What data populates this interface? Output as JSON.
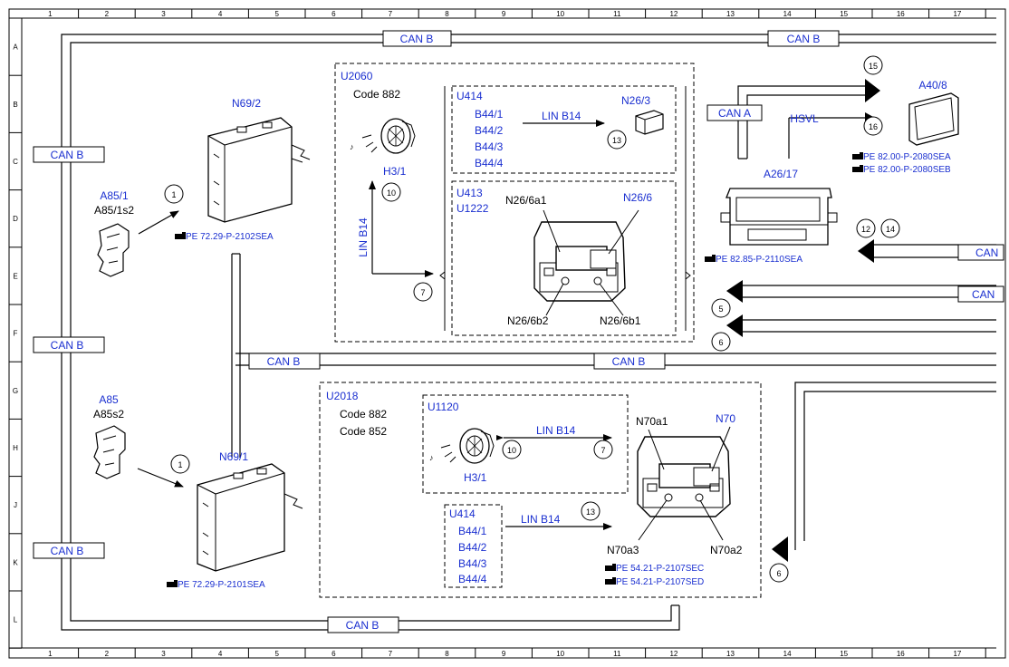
{
  "border": {
    "cols": [
      "1",
      "2",
      "3",
      "4",
      "5",
      "6",
      "7",
      "8",
      "9",
      "10",
      "11",
      "12",
      "13",
      "14",
      "15",
      "16",
      "17"
    ],
    "rows": [
      "A",
      "B",
      "C",
      "D",
      "E",
      "F",
      "G",
      "H",
      "J",
      "K",
      "L"
    ]
  },
  "buses": {
    "can_b": "CAN B",
    "can_a": "CAN A",
    "can_partial": "CAN",
    "lin_b14": "LIN B14",
    "hsvl": "HSVL"
  },
  "components": {
    "n69_2": "N69/2",
    "n69_1": "N69/1",
    "a85_1": "A85/1",
    "a85_1s2": "A85/1s2",
    "a85": "A85",
    "a85s2": "A85s2",
    "u2060": "U2060",
    "code_882": "Code 882",
    "code_852": "Code 852",
    "h3_1": "H3/1",
    "u414": "U414",
    "b44_1": "B44/1",
    "b44_2": "B44/2",
    "b44_3": "B44/3",
    "b44_4": "B44/4",
    "n26_3": "N26/3",
    "u413": "U413",
    "u1222": "U1222",
    "n26_6a1": "N26/6a1",
    "n26_6": "N26/6",
    "n26_6b2": "N26/6b2",
    "n26_6b1": "N26/6b1",
    "a40_8": "A40/8",
    "a26_17": "A26/17",
    "u2018": "U2018",
    "u1120": "U1120",
    "n70a1": "N70a1",
    "n70": "N70",
    "n70a3": "N70a3",
    "n70a2": "N70a2"
  },
  "refs": {
    "pe_2102": "PE 72.29-P-2102SEA",
    "pe_2101": "PE 72.29-P-2101SEA",
    "pe_2080sea": "PE 82.00-P-2080SEA",
    "pe_2080seb": "PE 82.00-P-2080SEB",
    "pe_2110": "PE 82.85-P-2110SEA",
    "pe_2107sec": "PE 54.21-P-2107SEC",
    "pe_2107sed": "PE 54.21-P-2107SED"
  },
  "callouts": {
    "c1": "1",
    "c5": "5",
    "c6": "6",
    "c7": "7",
    "c10": "10",
    "c12": "12",
    "c13": "13",
    "c14": "14",
    "c15": "15",
    "c16": "16"
  }
}
